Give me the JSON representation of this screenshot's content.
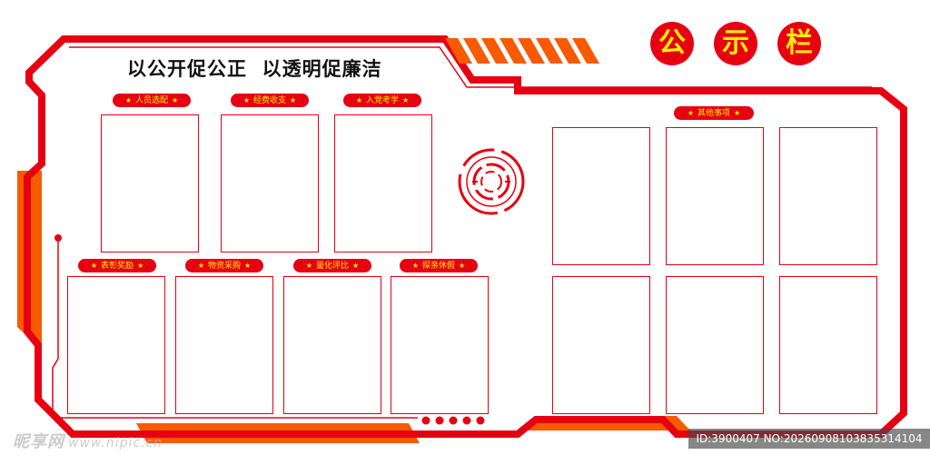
{
  "slogan": "以公开促公正  以透明促廉洁",
  "title": [
    "公",
    "示",
    "栏"
  ],
  "left_top_row": [
    "人员选配",
    "经费收支",
    "入党考学"
  ],
  "left_bottom_row": [
    "表彰奖励",
    "物资采购",
    "量化评比",
    "探亲休假"
  ],
  "right_header": "其他事项",
  "watermark_left": "昵享网",
  "watermark_url": "www.nipic.cn",
  "watermark_right": "ID:3900407 NO:20260908103835314104",
  "colors": {
    "red": "#e60012",
    "orange": "#f85a00",
    "yellow": "#ffee00"
  }
}
